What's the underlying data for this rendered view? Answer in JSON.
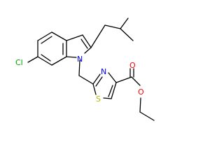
{
  "molecule": {
    "atoms": {
      "chlorine": {
        "symbol": "Cl",
        "color": "#00a000"
      },
      "indole_nitrogen": {
        "symbol": "N",
        "color": "#0000ff"
      },
      "thiazole_nitrogen": {
        "symbol": "N",
        "color": "#0000ff"
      },
      "thiazole_sulfur": {
        "symbol": "S",
        "color": "#b8b800"
      },
      "carbonyl_oxygen": {
        "symbol": "O",
        "color": "#ff0000"
      },
      "ester_oxygen": {
        "symbol": "O",
        "color": "#ff0000"
      }
    }
  }
}
